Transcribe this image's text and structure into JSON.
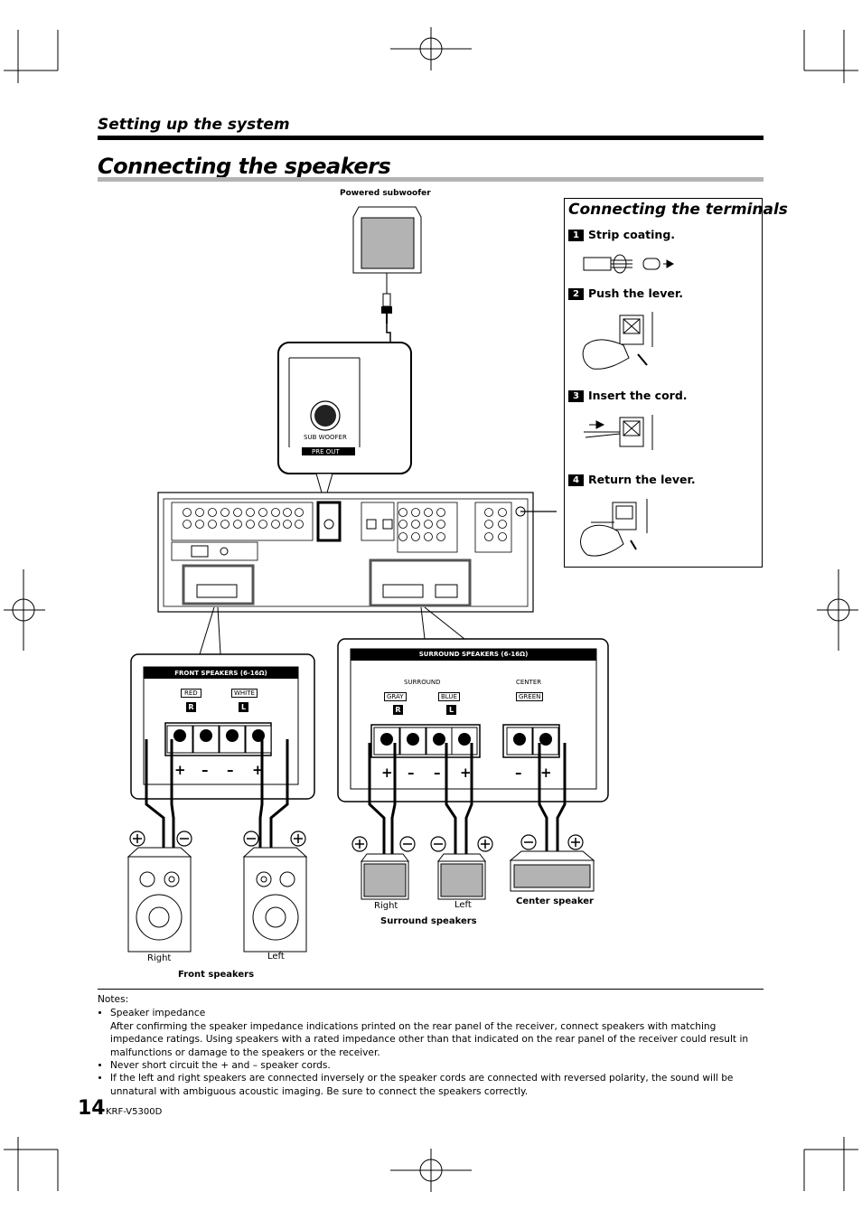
{
  "section": "Setting up the system",
  "title": "Connecting the speakers",
  "subwoofer": {
    "label": "Powered subwoofer",
    "jack_label": "SUB WOOFER",
    "jack_sub_label": "PRE OUT"
  },
  "terminals": {
    "title": "Connecting the terminals",
    "steps": [
      {
        "num": "1",
        "text": "Strip coating."
      },
      {
        "num": "2",
        "text": "Push the lever."
      },
      {
        "num": "3",
        "text": "Insert the cord."
      },
      {
        "num": "4",
        "text": "Return the lever."
      }
    ]
  },
  "front_panel": {
    "header": "FRONT SPEAKERS (6-16Ω)",
    "red": "RED",
    "white": "WHITE",
    "r": "R",
    "l": "L",
    "polarity": [
      "+",
      "–",
      "–",
      "+"
    ]
  },
  "surround_panel": {
    "header": "SURROUND SPEAKERS (6-16Ω)",
    "surround": "SURROUND",
    "center": "CENTER",
    "gray": "GRAY",
    "blue": "BLUE",
    "green": "GREEN",
    "r": "R",
    "l": "L",
    "polarity": [
      "+",
      "–",
      "–",
      "+",
      "–",
      "+"
    ]
  },
  "speakers": {
    "front_right": "Right",
    "front_left": "Left",
    "front_caption": "Front speakers",
    "surround_right": "Right",
    "surround_left": "Left",
    "surround_caption": "Surround speakers",
    "center_caption": "Center speaker"
  },
  "notes": {
    "heading": "Notes:",
    "items": [
      "Speaker impedance",
      "After confirming the speaker impedance indications printed on the rear panel of the receiver, connect speakers with matching impedance ratings. Using speakers with a rated impedance other than that indicated on the rear panel of the receiver could result in malfunctions or damage to the speakers or the receiver.",
      "Never short circuit the + and – speaker cords.",
      "If the left and right speakers are connected inversely or the speaker cords are connected with reversed polarity, the sound will be unnatural with ambiguous acoustic imaging. Be sure to connect the speakers correctly."
    ]
  },
  "footer": {
    "page": "14",
    "model": "KRF-V5300D"
  }
}
